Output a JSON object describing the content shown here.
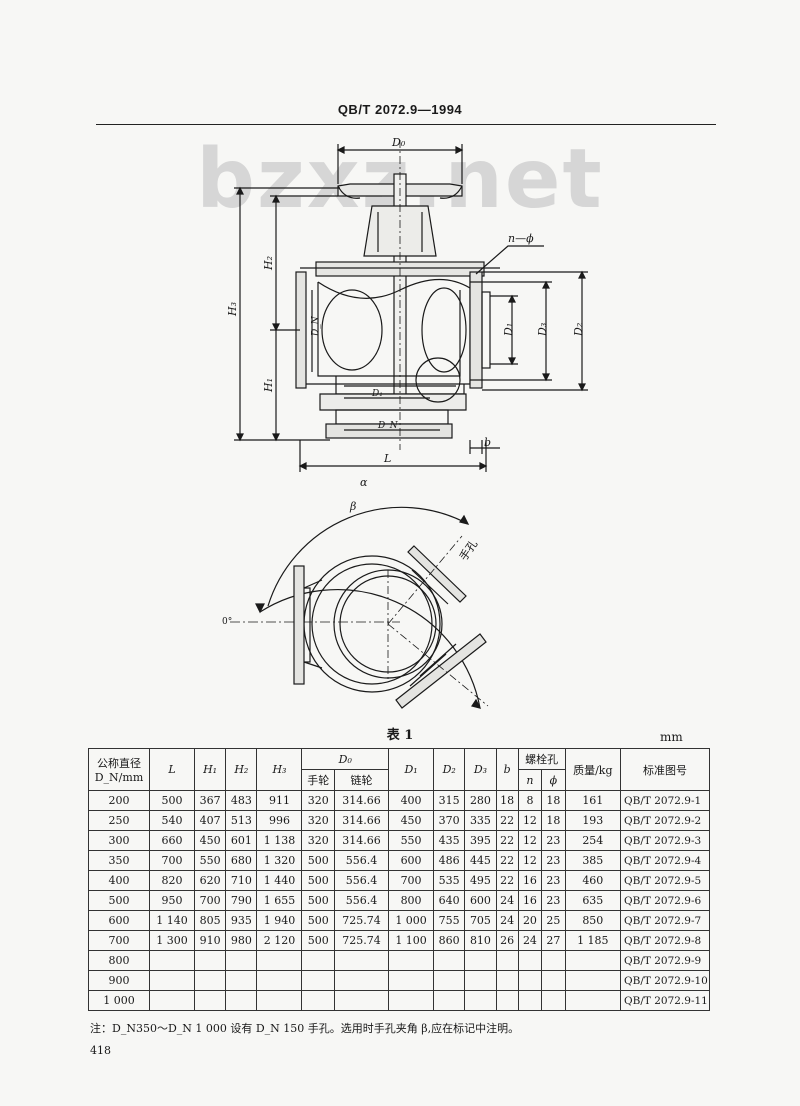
{
  "header": {
    "title": "QB/T 2072.9—1994"
  },
  "watermark": "bzxz.net",
  "figure": {
    "labels": {
      "d0": "D₀",
      "n_phi": "n—ϕ",
      "h1": "H₁",
      "h2": "H₂",
      "h3": "H₃",
      "dn_left": "D_N",
      "dn_bottom": "D_N",
      "d1_inner": "D₁",
      "d1": "D₁",
      "d3": "D₃",
      "d2": "D₂",
      "b": "b",
      "l": "L",
      "alpha": "α",
      "beta": "β",
      "zero_deg": "0°",
      "handhole": "手孔"
    }
  },
  "table": {
    "caption": "表 1",
    "unit": "mm",
    "headers": {
      "nominal_diameter": "公称直径",
      "nominal_diameter_unit": "D_N/mm",
      "l": "L",
      "h1": "H₁",
      "h2": "H₂",
      "h3": "H₃",
      "d0": "D₀",
      "d0_handwheel": "手轮",
      "d0_chainwheel": "链轮",
      "d1": "D₁",
      "d2": "D₂",
      "d3": "D₃",
      "b": "b",
      "bolt_holes": "螺栓孔",
      "n": "n",
      "phi": "ϕ",
      "mass": "质量/kg",
      "standard_drawing": "标准图号"
    },
    "rows": [
      [
        "200",
        "500",
        "367",
        "483",
        "911",
        "320",
        "314.66",
        "400",
        "315",
        "280",
        "18",
        "8",
        "18",
        "161",
        "QB/T 2072.9-1"
      ],
      [
        "250",
        "540",
        "407",
        "513",
        "996",
        "320",
        "314.66",
        "450",
        "370",
        "335",
        "22",
        "12",
        "18",
        "193",
        "QB/T 2072.9-2"
      ],
      [
        "300",
        "660",
        "450",
        "601",
        "1 138",
        "320",
        "314.66",
        "550",
        "435",
        "395",
        "22",
        "12",
        "23",
        "254",
        "QB/T 2072.9-3"
      ],
      [
        "350",
        "700",
        "550",
        "680",
        "1 320",
        "500",
        "556.4",
        "600",
        "486",
        "445",
        "22",
        "12",
        "23",
        "385",
        "QB/T 2072.9-4"
      ],
      [
        "400",
        "820",
        "620",
        "710",
        "1 440",
        "500",
        "556.4",
        "700",
        "535",
        "495",
        "22",
        "16",
        "23",
        "460",
        "QB/T 2072.9-5"
      ],
      [
        "500",
        "950",
        "700",
        "790",
        "1 655",
        "500",
        "556.4",
        "800",
        "640",
        "600",
        "24",
        "16",
        "23",
        "635",
        "QB/T 2072.9-6"
      ],
      [
        "600",
        "1 140",
        "805",
        "935",
        "1 940",
        "500",
        "725.74",
        "1 000",
        "755",
        "705",
        "24",
        "20",
        "25",
        "850",
        "QB/T 2072.9-7"
      ],
      [
        "700",
        "1 300",
        "910",
        "980",
        "2 120",
        "500",
        "725.74",
        "1 100",
        "860",
        "810",
        "26",
        "24",
        "27",
        "1 185",
        "QB/T 2072.9-8"
      ],
      [
        "800",
        "",
        "",
        "",
        "",
        "",
        "",
        "",
        "",
        "",
        "",
        "",
        "",
        "",
        "QB/T 2072.9-9"
      ],
      [
        "900",
        "",
        "",
        "",
        "",
        "",
        "",
        "",
        "",
        "",
        "",
        "",
        "",
        "",
        "QB/T 2072.9-10"
      ],
      [
        "1 000",
        "",
        "",
        "",
        "",
        "",
        "",
        "",
        "",
        "",
        "",
        "",
        "",
        "",
        "QB/T 2072.9-11"
      ]
    ]
  },
  "note": "注：D_N350～D_N 1 000 设有 D_N 150 手孔。选用时手孔夹角 β,应在标记中注明。",
  "page_number": "418"
}
